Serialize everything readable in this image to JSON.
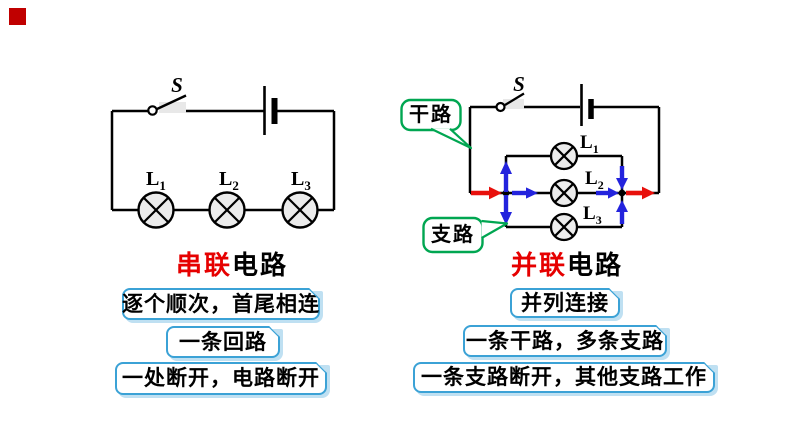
{
  "decor": {
    "corner_square_color": "#c00000"
  },
  "colors": {
    "highlight_red": "#e60000",
    "wire_black": "#000000",
    "arrow_red": "#e8100c",
    "arrow_blue": "#2323dd",
    "callout_green": "#00a651",
    "note_border_blue": "#3ba2d6"
  },
  "series_circuit": {
    "switch_label": "S",
    "lamp_labels": [
      {
        "base": "L",
        "sub": "1"
      },
      {
        "base": "L",
        "sub": "2"
      },
      {
        "base": "L",
        "sub": "3"
      }
    ],
    "title": {
      "highlight": "串联",
      "rest": "电路"
    },
    "notes": [
      "逐个顺次，首尾相连",
      "一条回路",
      "一处断开，电路断开"
    ]
  },
  "parallel_circuit": {
    "switch_label": "S",
    "lamp_labels": [
      {
        "base": "L",
        "sub": "1"
      },
      {
        "base": "L",
        "sub": "2"
      },
      {
        "base": "L",
        "sub": "3"
      }
    ],
    "callouts": {
      "main_path": "干路",
      "branch_path": "支路"
    },
    "title": {
      "highlight": "并联",
      "rest": "电路"
    },
    "notes": [
      "并列连接",
      "一条干路，多条支路",
      "一条支路断开，其他支路工作"
    ]
  }
}
